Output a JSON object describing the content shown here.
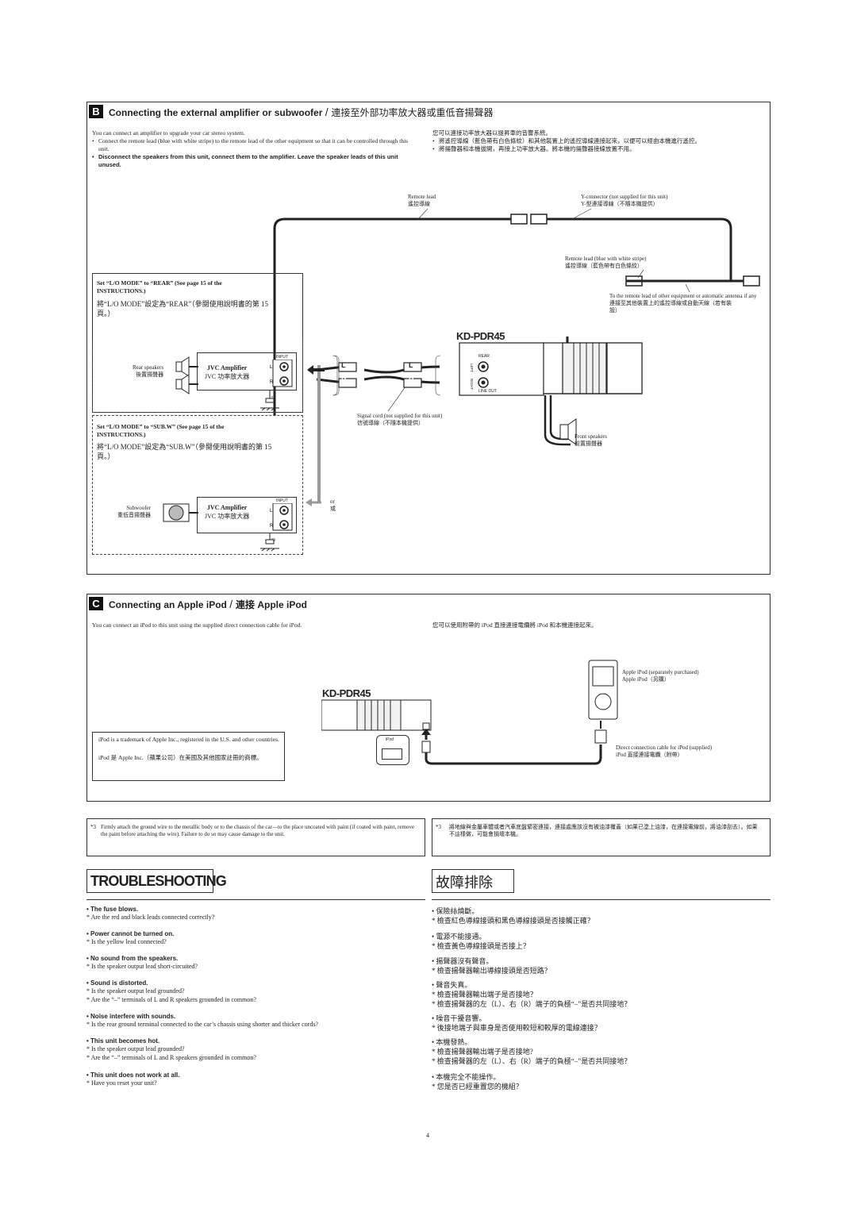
{
  "section_b": {
    "letter": "B",
    "title": "Connecting the external amplifier or subwoofer",
    "title_cn": "連接至外部功率放大器或重低音揚聲器",
    "intro_en": "You can connect an amplifier to upgrade your car stereo system.",
    "bullets_en": [
      "Connect the remote lead (blue with white stripe) to the remote lead of the other equipment so that it can be controlled through this unit.",
      "Disconnect the speakers from this unit, connect them to the amplifier. Leave the speaker leads of this unit unused."
    ],
    "intro_cn": "您可以連接功率放大器以提昇車的音響系統。",
    "bullets_cn": [
      "將遙控導線（藍色帶有白色條紋）和其他裝置上的遙控導線連接起來，以便可以經由本機進行遙控。",
      "將揚聲器和本機拔開，再接上功率放大器。將本機的揚聲器接線放置不用。"
    ],
    "labels": {
      "remote_lead": "Remote lead",
      "remote_lead_cn": "遙控導線",
      "y_connector": "Y-connector (not supplied for this unit)",
      "y_connector_cn": "Y-型連接導線（不隨本機提供）",
      "remote_blue": "Remote lead (blue with white stripe)",
      "remote_blue_cn": "遙控導線（藍色帶有白色條紋）",
      "to_remote": "To the remote lead of other equipment or automatic antenna if any",
      "to_remote_cn": "連接至其他裝置上的遙控導線或自動天線（若有裝設）",
      "model": "KD-PDR45",
      "rear_label": "REAR",
      "line_out": "LINE OUT",
      "left": "LEFT",
      "right": "RIGHT",
      "signal_cord": "Signal cord (not supplied for this unit)",
      "signal_cord_cn": "信號導線（不隨本機提供）",
      "front_speakers": "Front speakers",
      "front_speakers_cn": "前置揚聲器",
      "l": "L",
      "r": "R",
      "or": "or",
      "or_cn": "或"
    },
    "rear_mode": {
      "en": "Set “L/O MODE” to “REAR” (See page 15 of the INSTRUCTIONS.)",
      "cn": "將“L/O MODE”設定為“REAR”（參閱使用說明書的第 15 頁。）",
      "speakers": "Rear speakers",
      "speakers_cn": "後置揚聲器",
      "amp": "JVC Amplifier",
      "amp_cn": "JVC 功率放大器",
      "input": "INPUT",
      "note": "*3"
    },
    "sub_mode": {
      "en": "Set “L/O MODE” to “SUB.W” (See page 15 of the INSTRUCTIONS.)",
      "cn": "將“L/O MODE”設定為“SUB.W”（參閱使用說明書的第 15 頁。）",
      "speakers": "Subwoofer",
      "speakers_cn": "重低音揚聲器",
      "amp": "JVC Amplifier",
      "amp_cn": "JVC 功率放大器",
      "input": "INPUT",
      "note": "*3"
    }
  },
  "section_c": {
    "letter": "C",
    "title": "Connecting an Apple iPod",
    "title_cn": "連接 Apple iPod",
    "intro_en": "You can connect an iPod to this unit using the supplied direct connection cable for iPod.",
    "intro_cn": "您可以使用附帶的 iPod 直接連接電纜將 iPod 和本機連接起來。",
    "model": "KD-PDR45",
    "ipod_label": "iPod",
    "apple_ipod": "Apple iPod (separately purchased)",
    "apple_ipod_cn": "Apple iPod（另購）",
    "cable": "Direct connection cable for iPod (supplied)",
    "cable_cn": "iPod 直接連接電纜（附帶）",
    "trademark_en": "iPod is a trademark of Apple Inc., registered in the U.S. and other countries.",
    "trademark_cn": "iPod 是 Apple Inc.（蘋果公司）在美國及其他國家註冊的商標。"
  },
  "footnote": {
    "mark": "*3",
    "en": "Firmly attach the ground wire to the metallic body or to the chassis of the car—to the place uncoated with paint (if coated with paint, remove the paint before attaching the wire). Failure to do so may cause damage to the unit.",
    "cn": "將地線與金屬車體或者汽車底盤緊密連接，連接處應該沒有被油漆覆蓋（如果已塗上油漆，在連接電線前，將油漆刮去）。如果不這樣做，可能會損壞本機。"
  },
  "troubleshooting": {
    "title": "TROUBLESHOOTING",
    "title_cn": "故障排除",
    "items": [
      {
        "h": "The fuse blows.",
        "a": [
          "Are the red and black leads connected correctly?"
        ]
      },
      {
        "h": "Power cannot be turned on.",
        "a": [
          "Is the yellow lead connected?"
        ]
      },
      {
        "h": "No sound from the speakers.",
        "a": [
          "Is the speaker output lead short-circuited?"
        ]
      },
      {
        "h": "Sound is distorted.",
        "a": [
          "Is the speaker output lead grounded?",
          "Are the “–” terminals of L and R speakers grounded in common?"
        ]
      },
      {
        "h": "Noise interfere with sounds.",
        "a": [
          "Is the rear ground terminal connected to the car’s chassis using shorter and thicker cords?"
        ]
      },
      {
        "h": "This unit becomes hot.",
        "a": [
          "Is the speaker output lead grounded?",
          "Are the “–” terminals of L and R speakers grounded in common?"
        ]
      },
      {
        "h": "This unit does not work at all.",
        "a": [
          "Have you reset your unit?"
        ]
      }
    ],
    "items_cn": [
      {
        "h": "保險絲燒斷。",
        "a": [
          "檢查紅色導線接頭和黑色導線接頭是否接觸正確？"
        ]
      },
      {
        "h": "電源不能接通。",
        "a": [
          "檢查黃色導線接頭是否接上？"
        ]
      },
      {
        "h": "揚聲器沒有聲音。",
        "a": [
          "檢查揚聲器輸出導線接頭是否短路？"
        ]
      },
      {
        "h": "聲音失真。",
        "a": [
          "檢查揚聲器輸出端子是否接地？",
          "檢查揚聲器的左（L）、右（R）端子的負極“–”是否共同接地？"
        ]
      },
      {
        "h": "噪音干擾音響。",
        "a": [
          "後接地端子與車身是否使用較短和較厚的電線連接？"
        ]
      },
      {
        "h": "本機發熱。",
        "a": [
          "檢查揚聲器輸出端子是否接地?",
          "檢查揚聲器的左（L）、右（R）端子的負極“–”是否共同接地？"
        ]
      },
      {
        "h": "本機完全不能操作。",
        "a": [
          "您是否已經重置您的機組？"
        ]
      }
    ]
  },
  "page_number": "4"
}
